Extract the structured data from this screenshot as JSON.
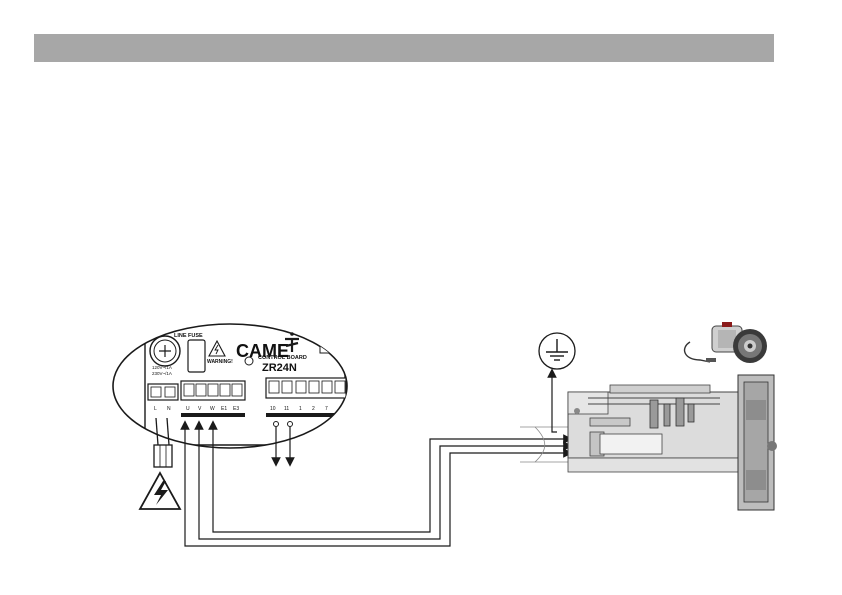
{
  "board": {
    "brand": "CAME",
    "title_small": "CONTROL BOARD",
    "model": "ZR24N",
    "line_fuse_label": "LINE FUSE",
    "warning_label": "WARNING!",
    "transformer_label_1": "120V~/1A",
    "transformer_label_2": "230V~/1A",
    "terminals_left": [
      "L",
      "N"
    ],
    "terminals_motor": [
      "U",
      "V",
      "W",
      "E1",
      "E3"
    ],
    "terminals_right": [
      "10",
      "11",
      "1",
      "2",
      "7"
    ]
  },
  "colors": {
    "header_bar": "#a7a7a7",
    "line": "#1a1a1a",
    "motor_fill": "#dcdcdc",
    "motor_dark": "#9a9a9a"
  },
  "icons": [
    "high-voltage-warning-icon",
    "ground-symbol-icon",
    "motor-photo-icon"
  ]
}
